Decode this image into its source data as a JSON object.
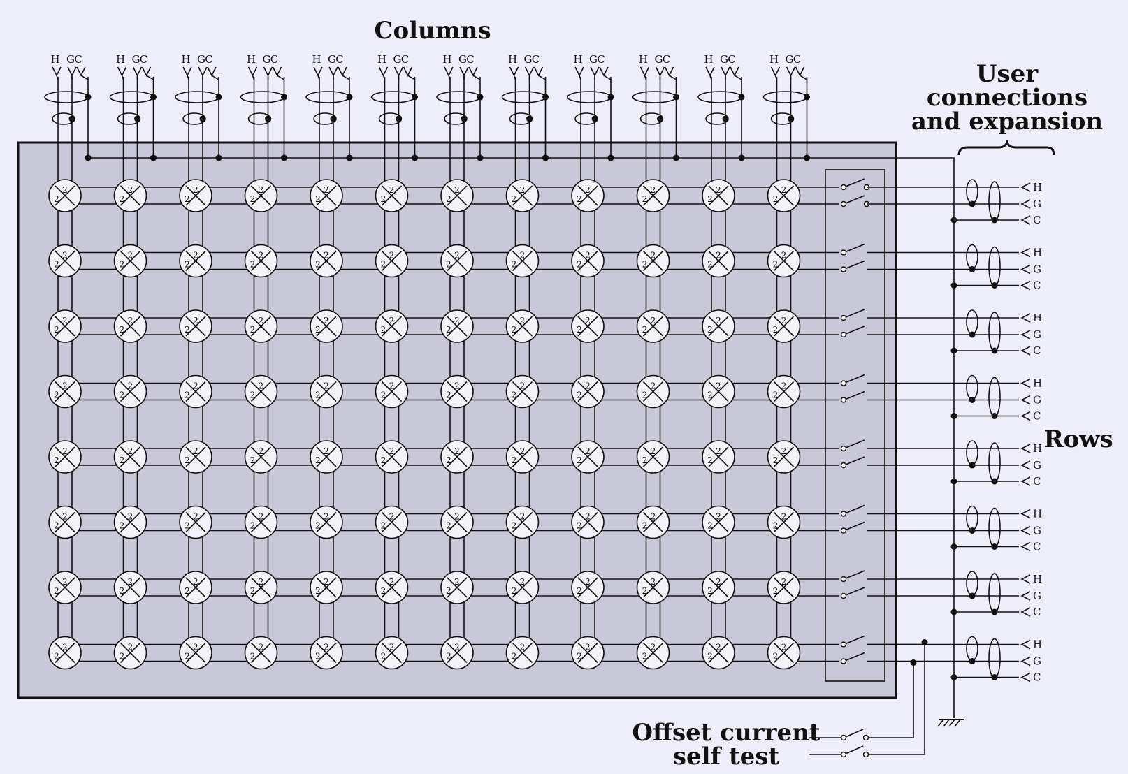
{
  "labels": {
    "columns": "Columns",
    "user_line1": "User",
    "user_line2": "connections",
    "user_line3": "and expansion",
    "rows": "Rows",
    "offset_line1": "Offset current",
    "offset_line2": "self test"
  },
  "connector": {
    "letters": [
      "H",
      "G",
      "C"
    ]
  },
  "matrix": {
    "columns": 12,
    "rows": 8,
    "crosspoint_label": "2"
  },
  "colors": {
    "background": "#eeeefa",
    "panel_fill": "#c8c8d8",
    "line": "#111111",
    "crosspoint_fill": "#f2f2f8"
  }
}
